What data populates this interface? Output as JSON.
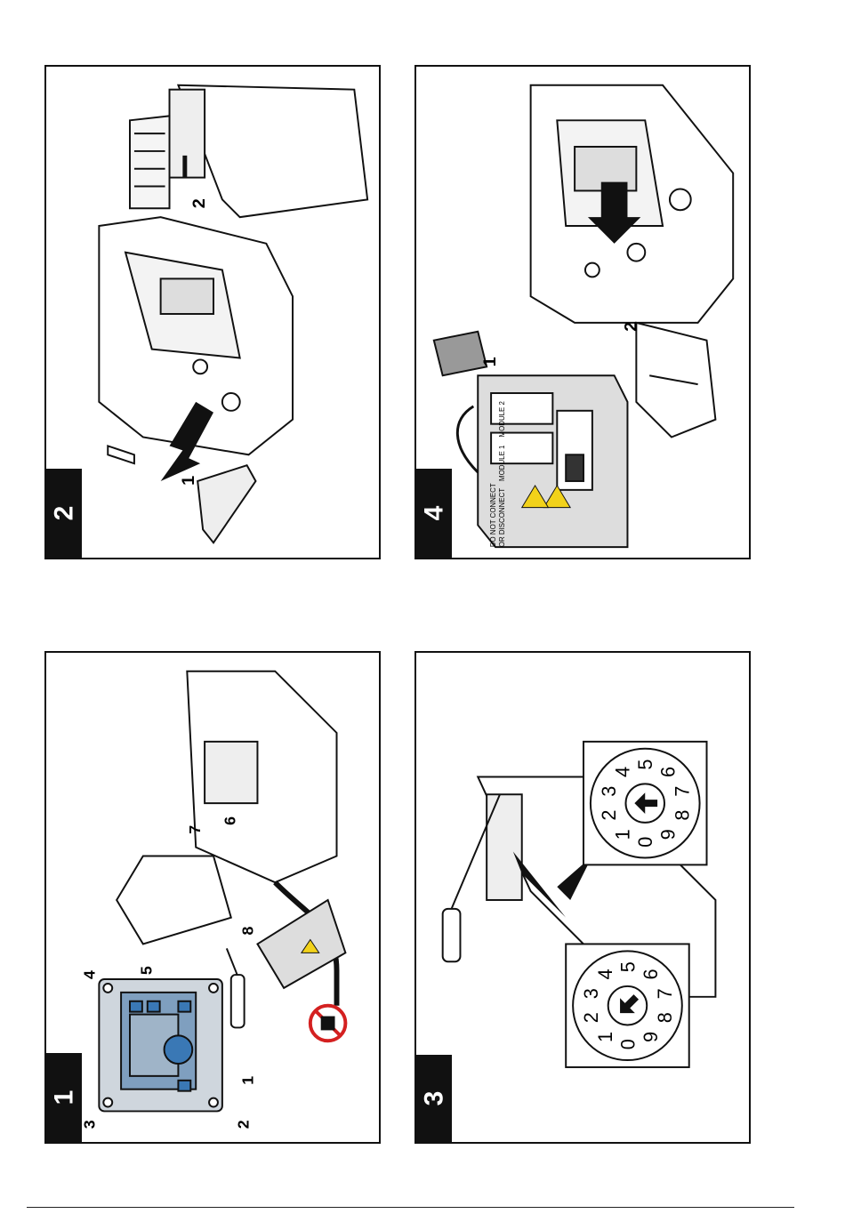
{
  "panels": [
    {
      "step": "2",
      "callouts": [
        "1",
        "2"
      ]
    },
    {
      "step": "4",
      "callouts": [
        "1",
        "2"
      ],
      "module_labels": [
        "MODULE 1",
        "MODULE 2"
      ],
      "warning_text": [
        "DO NOT CONNECT",
        "OR DISCONNECT"
      ]
    },
    {
      "step": "1",
      "callouts": [
        "1",
        "2",
        "3",
        "4",
        "5",
        "6",
        "7",
        "8"
      ]
    },
    {
      "step": "3",
      "dial_digits": [
        "0",
        "1",
        "2",
        "3",
        "4",
        "5",
        "6",
        "7",
        "8",
        "9"
      ]
    }
  ],
  "colors": {
    "ink": "#111111",
    "screen": "#9fb4c8",
    "keypad": "#3a78b5",
    "warning": "#f2d21a",
    "prohibit": "#d42020"
  },
  "icons": [
    "screwdriver-icon",
    "arrow-icon",
    "warning-icon",
    "no-plug-icon",
    "rotary-switch-icon"
  ]
}
